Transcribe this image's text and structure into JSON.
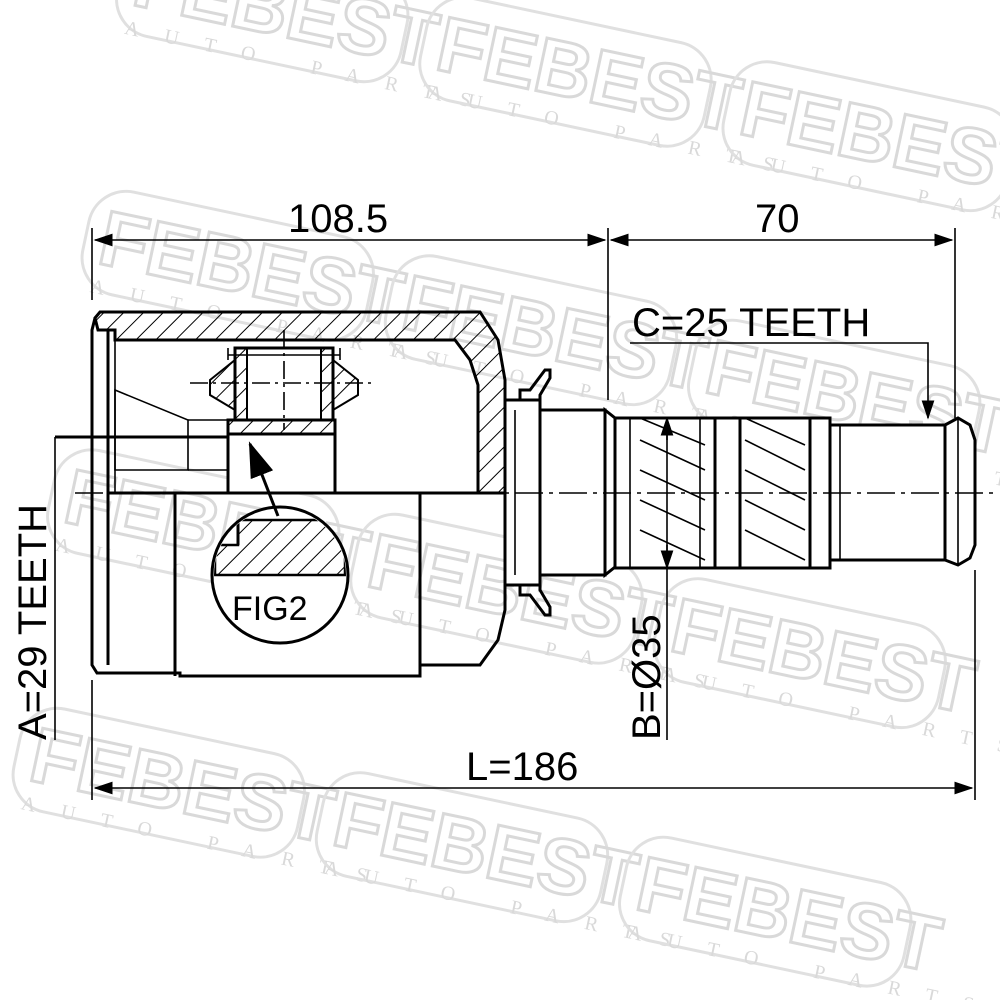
{
  "watermark": {
    "brand": "FEBEST",
    "subtitle": "AUTO PARTS"
  },
  "dimensions": {
    "housing_length": "108.5",
    "shaft_length": "70",
    "outer_spline": "C=25 TEETH",
    "inner_spline": "A=29 TEETH",
    "shaft_diameter": "B=Ø35",
    "total_length": "L=186"
  },
  "detail": {
    "label": "FIG2"
  }
}
